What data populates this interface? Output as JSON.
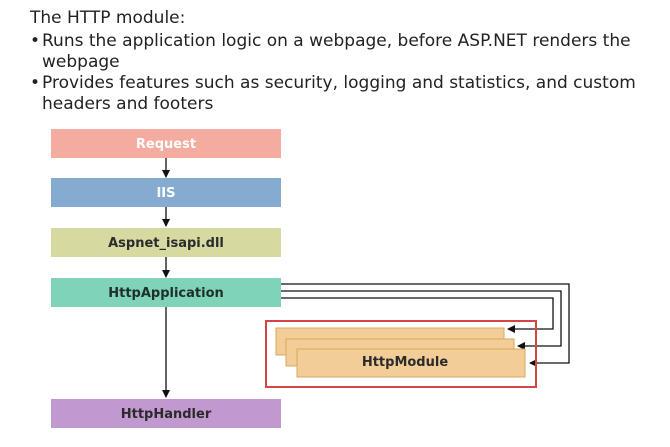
{
  "heading": "The HTTP module:",
  "bullets": [
    "Runs the application logic on a webpage, before ASP.NET renders the webpage",
    "Provides features such as security, logging and statistics, and custom headers and footers"
  ],
  "diagram": {
    "nodes": {
      "request": {
        "label": "Request",
        "fill": "#f4aba0",
        "text_color": "#ffffff"
      },
      "iis": {
        "label": "IIS",
        "fill": "#85acd0",
        "text_color": "#ffffff"
      },
      "aspnet": {
        "label": "Aspnet_isapi.dll",
        "fill": "#d6d9a0",
        "text_color": "#2b2b2b"
      },
      "httpapplication": {
        "label": "HttpApplication",
        "fill": "#7fd3b8",
        "text_color": "#1f2f2a"
      },
      "httpmodule": {
        "label": "HttpModule",
        "fill": "#f2cd97",
        "text_color": "#2b2b2b"
      },
      "httphandler": {
        "label": "HttpHandler",
        "fill": "#c198cf",
        "text_color": "#2b2b2b"
      }
    },
    "highlight_color": "#d64545"
  }
}
